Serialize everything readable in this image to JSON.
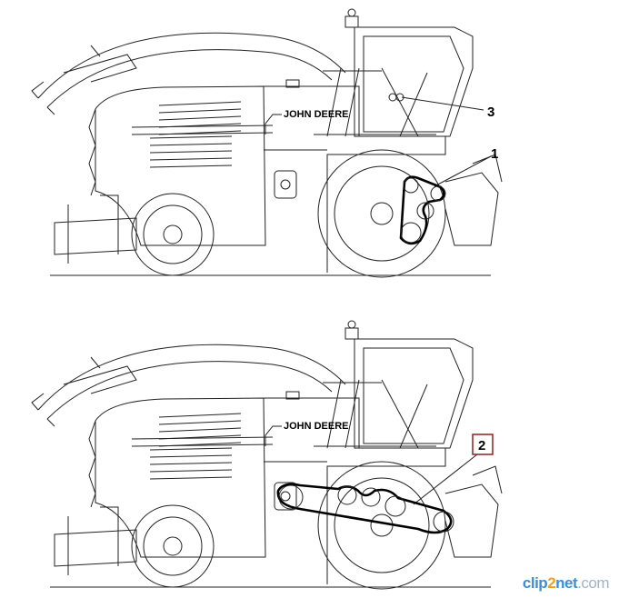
{
  "figures": [
    {
      "brand_label": "JOHN DEERE",
      "callouts": [
        {
          "label": "3"
        },
        {
          "label": "1"
        }
      ]
    },
    {
      "brand_label": "JOHN DEERE",
      "callouts": [
        {
          "label": "2"
        }
      ]
    }
  ],
  "watermark": {
    "part1": "clip",
    "part2": "2",
    "part3": "net",
    "part4": ".com"
  },
  "colors": {
    "line": "#222222",
    "callout_box": "#8b2020",
    "watermark_blue": "#3a8fd6"
  }
}
